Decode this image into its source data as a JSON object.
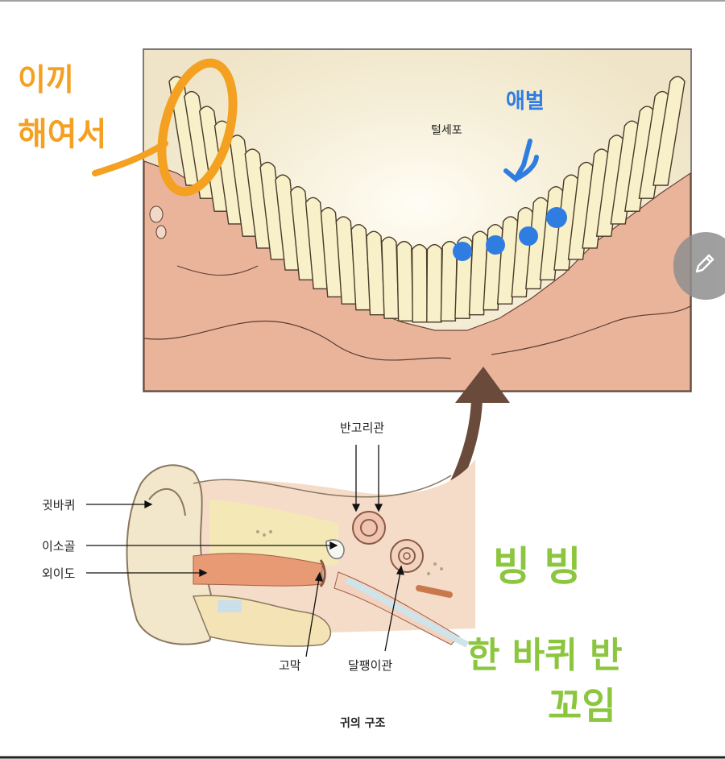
{
  "labels": {
    "hair_cell": "털세포",
    "auricle": "귓바퀴",
    "ossicles": "이소골",
    "ear_canal": "외이도",
    "semicircular_canals": "반고리관",
    "eardrum": "고막",
    "cochlea": "달팽이관",
    "caption": "귀의 구조"
  },
  "annotations": {
    "orange_line1": "이끼",
    "orange_line2": "해여서",
    "blue_note": "애벌",
    "green_line1": "빙 빙",
    "green_line2": "한 바퀴 반",
    "green_line3": "꼬임"
  },
  "colors": {
    "panel_bg": "#f3ecd6",
    "tissue": "#e8b59c",
    "hair_fill": "#f7f0c8",
    "arrow": "#6a4a3a",
    "orange": "#f4a020",
    "blue": "#2f7de1",
    "green": "#8cc63f"
  },
  "icons": {
    "edit_button": "pencil-icon"
  }
}
